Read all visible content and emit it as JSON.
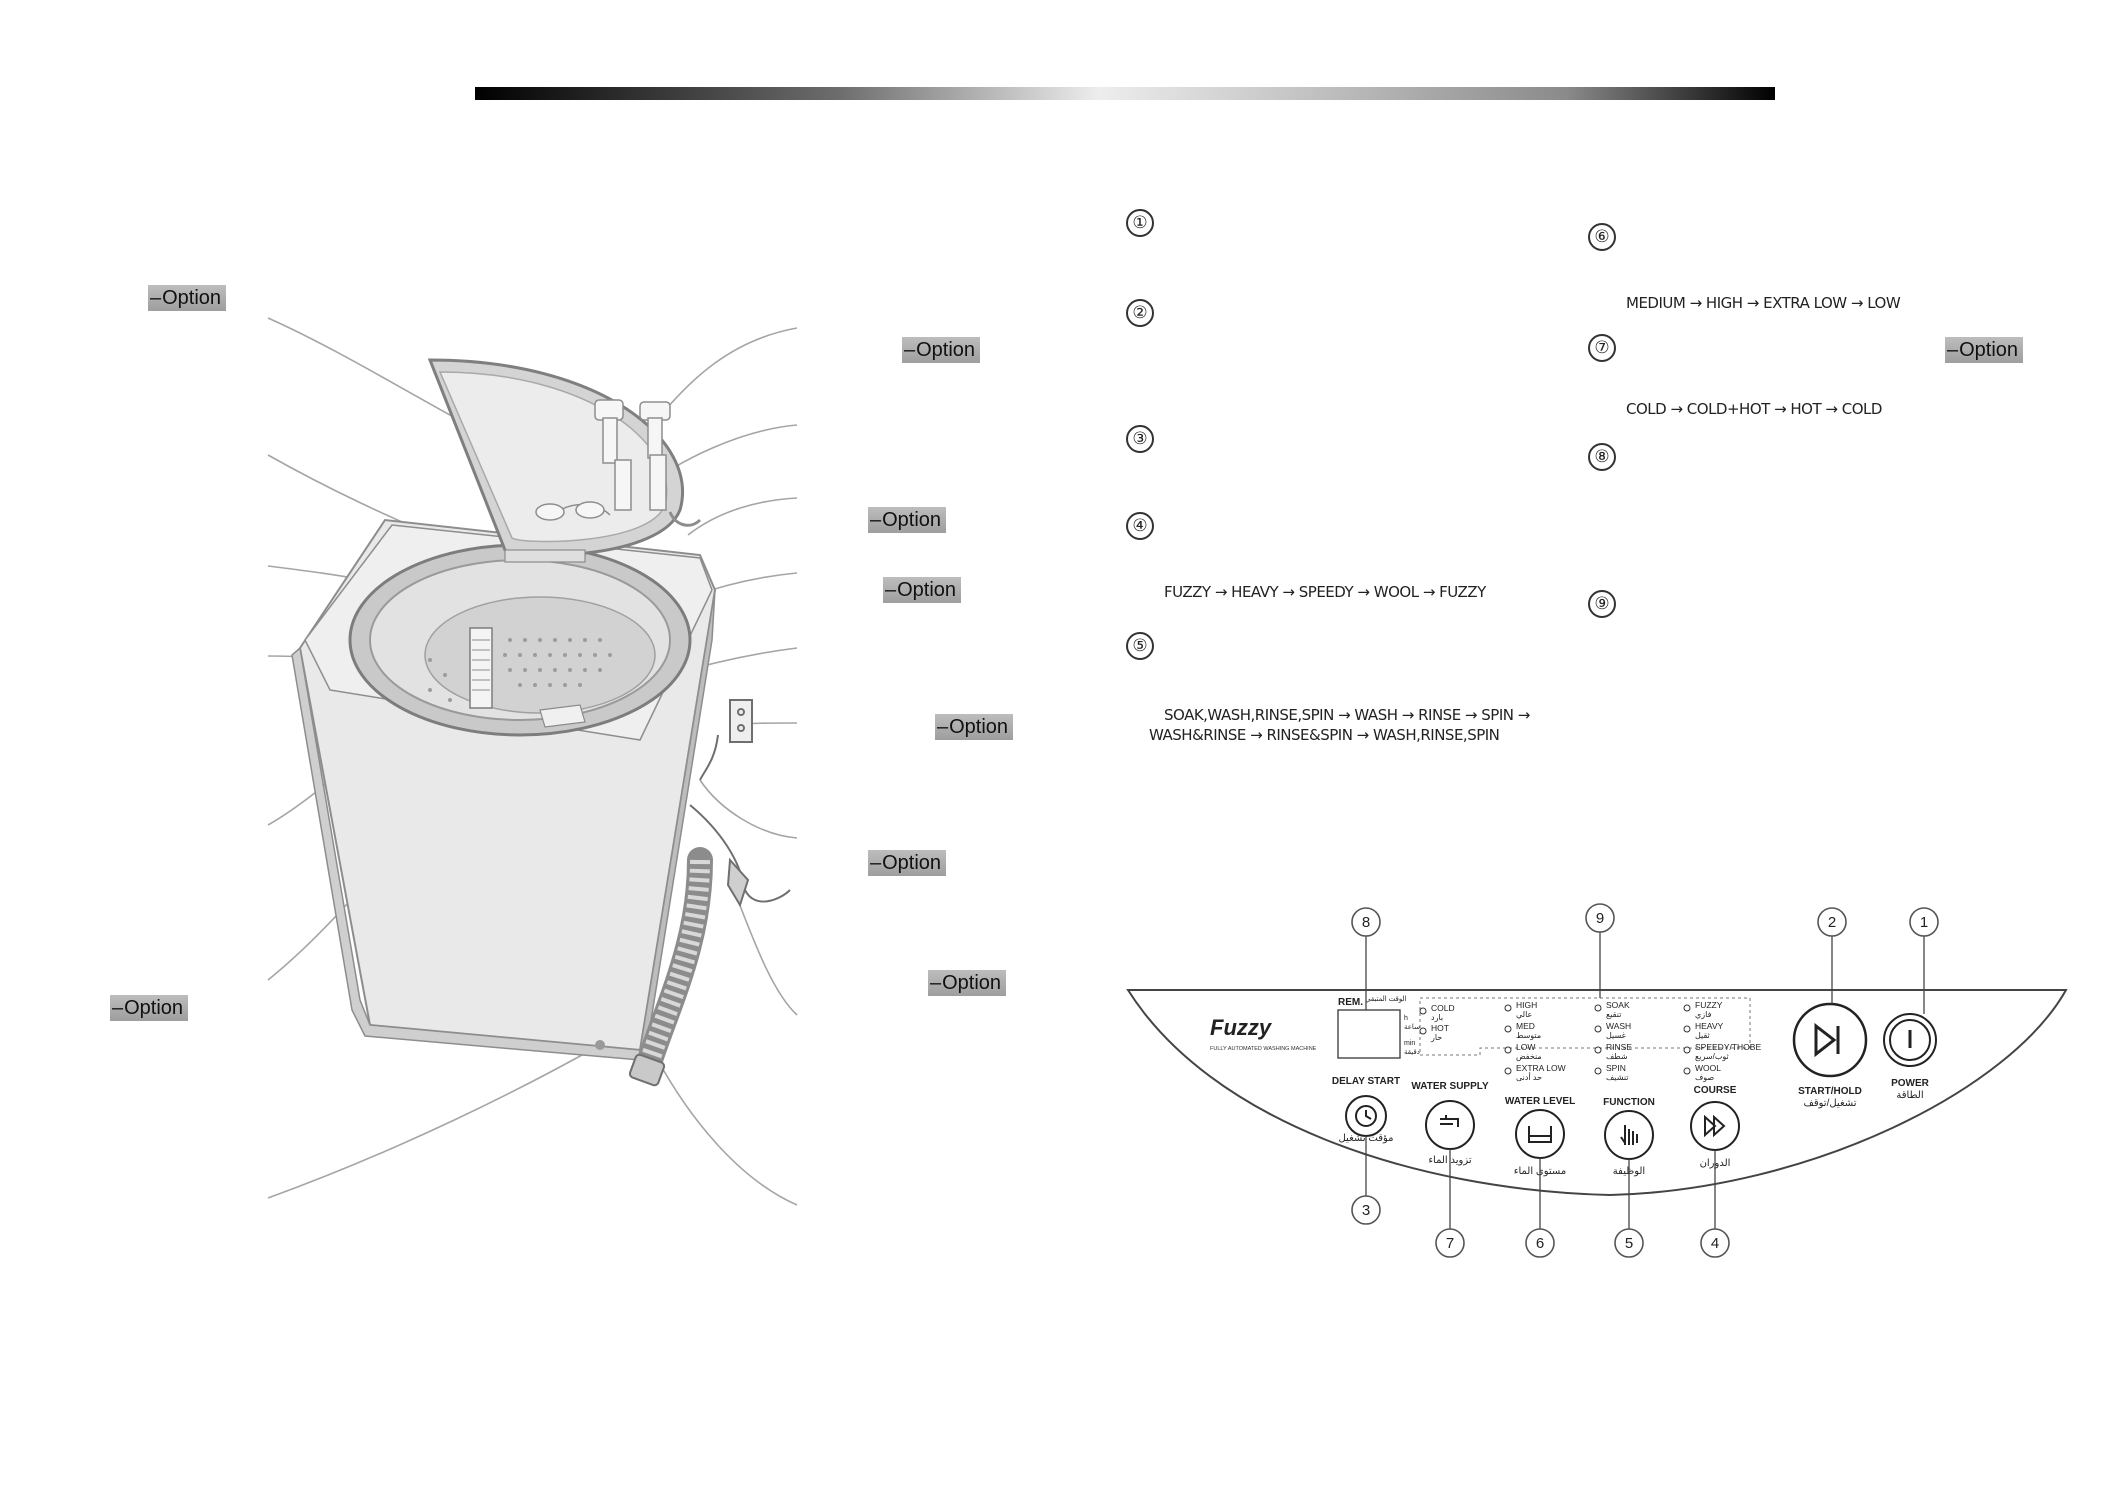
{
  "option_tag": "Option",
  "seq4": "FUZZY → HEAVY → SPEEDY → WOOL → FUZZY",
  "seq5_line1": "SOAK,WASH,RINSE,SPIN → WASH → RINSE → SPIN →",
  "seq5_line2": "WASH&RINSE → RINSE&SPIN → WASH,RINSE,SPIN",
  "seq6": "MEDIUM → HIGH → EXTRA LOW → LOW",
  "seq7": "COLD → COLD+HOT → HOT → COLD",
  "item_numbers": [
    "①",
    "②",
    "③",
    "④",
    "⑤",
    "⑥",
    "⑦",
    "⑧",
    "⑨"
  ],
  "panel": {
    "brand": "Fuzzy",
    "brand_sub": "FULLY AUTOMATED WASHING MACHINE",
    "rem_label": "REM.",
    "rem_label_ar": "الوقت المتبقي",
    "hr_label": "h",
    "hr_label_ar": "ساعة",
    "min_label": "min",
    "min_label_ar": "دقيقة",
    "water_temp": [
      {
        "en": "COLD",
        "ar": "بارد"
      },
      {
        "en": "HOT",
        "ar": "حار"
      }
    ],
    "water_levels": [
      {
        "en": "HIGH",
        "ar": "عالي"
      },
      {
        "en": "MED",
        "ar": "متوسط"
      },
      {
        "en": "LOW",
        "ar": "منخفض"
      },
      {
        "en": "EXTRA LOW",
        "ar": "حد أدنى"
      }
    ],
    "functions": [
      {
        "en": "SOAK",
        "ar": "تنقيع"
      },
      {
        "en": "WASH",
        "ar": "غسيل"
      },
      {
        "en": "RINSE",
        "ar": "شطف"
      },
      {
        "en": "SPIN",
        "ar": "تنشيف"
      }
    ],
    "courses": [
      {
        "en": "FUZZY",
        "ar": "فازي"
      },
      {
        "en": "HEAVY",
        "ar": "ثقيل"
      },
      {
        "en": "SPEEDY/THOBE",
        "ar": "ثوب/سريع"
      },
      {
        "en": "WOOL",
        "ar": "صوف"
      }
    ],
    "buttons": {
      "delay_start": {
        "en": "DELAY START",
        "ar": "مؤقت تشغيل"
      },
      "water_supply": {
        "en": "WATER SUPPLY",
        "ar": "تزويد الماء"
      },
      "water_level": {
        "en": "WATER LEVEL",
        "ar": "مستوى الماء"
      },
      "function": {
        "en": "FUNCTION",
        "ar": "الوظيفة"
      },
      "course": {
        "en": "COURSE",
        "ar": "الدوران"
      },
      "start_hold": {
        "en": "START/HOLD",
        "ar": "تشغيل/توقف"
      },
      "power": {
        "en": "POWER",
        "ar": "الطاقة"
      }
    },
    "callouts": [
      "1",
      "2",
      "3",
      "4",
      "5",
      "6",
      "7",
      "8",
      "9"
    ]
  },
  "colors": {
    "line": "#9a9a9a",
    "panel_line": "#444444",
    "option_bg": "#a8a8a8"
  }
}
